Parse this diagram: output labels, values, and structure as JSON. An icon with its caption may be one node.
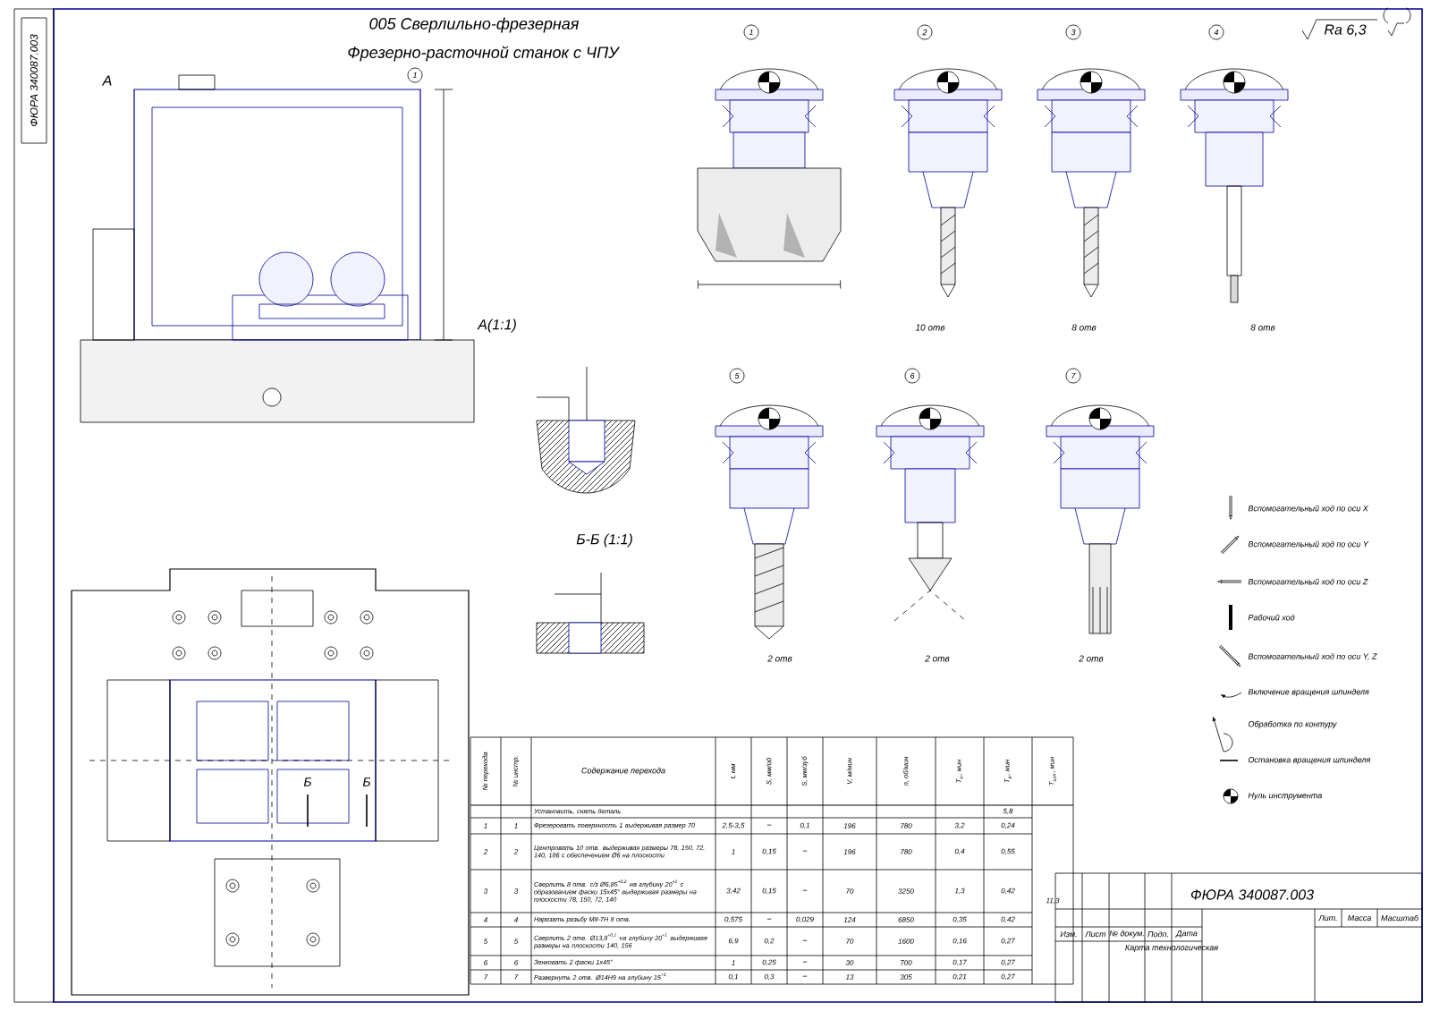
{
  "diagram": {
    "title": "005 Сверлильно-фрезерная",
    "labels": [
      "Фрезерно-расточной станок с ЧПУ",
      "Ra 6,3",
      "1",
      "1",
      "2",
      "3",
      "4",
      "5",
      "6",
      "7",
      "А",
      "А(1:1)",
      "Б-Б (1:1)",
      "Б",
      "Б",
      "10 отв",
      "8 отв",
      "8 отв",
      "2 отв",
      "2 отв",
      "2 отв",
      "ФЮРА 340087.003",
      "Карта технологическая",
      "Изм.",
      "Лист",
      "№ докум.",
      "Подп.",
      "Дата",
      "Лит.",
      "Масса",
      "Масштаб",
      "ФЮРА 340087.003",
      "№ перехода",
      "№ инстр.",
      "Содержание перехода",
      "t, мм",
      "S, мм/об",
      "S, мм/зуб",
      "V, м/мин",
      "n, об/мин",
      "T$_{о}$, мин",
      "T$_{в}$, мин",
      "T$_{шт}$, мин",
      "Установить, снять деталь",
      "5,8",
      "1",
      "1",
      "Фрезеровать поверхность 1 выдерживая размер 70",
      "2,5-3,5",
      "–",
      "0,1",
      "196",
      "780",
      "3,2",
      "0,24",
      "2",
      "2",
      "Центровать 10 отв. выдерживая размеры 78, 150, 72, 140, 186 с обеспечением Ø6 на плоскости",
      "1",
      "0,15",
      "–",
      "196",
      "780",
      "0,4",
      "0,55",
      "3",
      "3",
      "Сверлить 8 отв. с/з Ø6,85$^{+0,2}$ на глубину 20$^{+1}$ с образованием фаски 15x45° выдерживая размеры на плоскости 78, 150, 72, 140",
      "3,42",
      "0,15",
      "–",
      "70",
      "3250",
      "1,3",
      "0,42",
      "11,3",
      "4",
      "4",
      "Нарезать резьбу М8-7Н 8 отв.",
      "0,575",
      "–",
      "0,029",
      "124",
      "6850",
      "0,35",
      "0,42",
      "5",
      "5",
      "Сверлить 2 отв. Ø13,8$^{+0,1}$ на глубину 20$^{+1}$ выдерживая размеры на плоскости 140, 156",
      "6,9",
      "0,2",
      "–",
      "70",
      "1600",
      "0,16",
      "0,27",
      "6",
      "6",
      "Зенковать 2 фаски 1x45°",
      "1",
      "0,25",
      "–",
      "30",
      "700",
      "0,17",
      "0,27",
      "7",
      "7",
      "Развернуть 2 отв. Ø14H9 на глубину 15$^{+1}$",
      "0,1",
      "0,3",
      "–",
      "13",
      "305",
      "0,21",
      "0,27"
    ],
    "legend": [
      {
        "text": "Вспомогательный ход по оси X"
      },
      {
        "text": "Вспомогательный ход по оси Y"
      },
      {
        "text": "Вспомогательный ход по оси Z"
      },
      {
        "text": "Рабочий ход"
      },
      {
        "text": "Вспомогательный ход по оси Y, Z"
      },
      {
        "text": "Включение вращения шпинделя"
      },
      {
        "text": "Обработка по контуру"
      },
      {
        "text": "Остановка вращения шпинделя"
      },
      {
        "text": "Нуль инструмента"
      }
    ]
  }
}
